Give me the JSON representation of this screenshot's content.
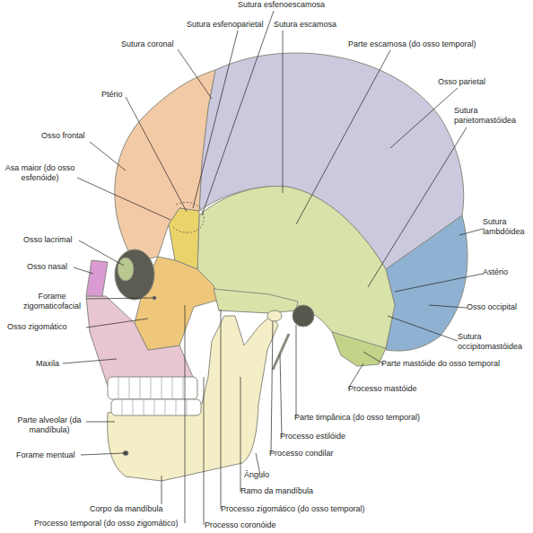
{
  "diagram": {
    "labels": [
      "Sutura esfenoescamosa",
      "Sutura esfenoparietal",
      "Sutura escamosa",
      "Sutura coronal",
      "Parte escamosa (do osso temporal)",
      "Ptério",
      "Osso parietal",
      "Sutura parietomastóidea",
      "Osso frontal",
      "Asa maior (do osso esfenóide)",
      "Sutura lambdóidea",
      "Osso lacrimal",
      "Astério",
      "Osso nasal",
      "Osso occipital",
      "Forame zigomaticofacial",
      "Osso zigomático",
      "Sutura occipitomastóidea",
      "Parte mastóide do osso temporal",
      "Maxila",
      "Processo mastóide",
      "Parte timpânica (do osso temporal)",
      "Parte alveolar (da mandíbula)",
      "Processo estilóide",
      "Forame mentual",
      "Processo condilar",
      "Ângulo",
      "Ramo da mandíbula",
      "Corpo da mandíbula",
      "Processo zigomático (do osso temporal)",
      "Processo temporal (do osso zigomático)",
      "Processo coronóide"
    ]
  }
}
